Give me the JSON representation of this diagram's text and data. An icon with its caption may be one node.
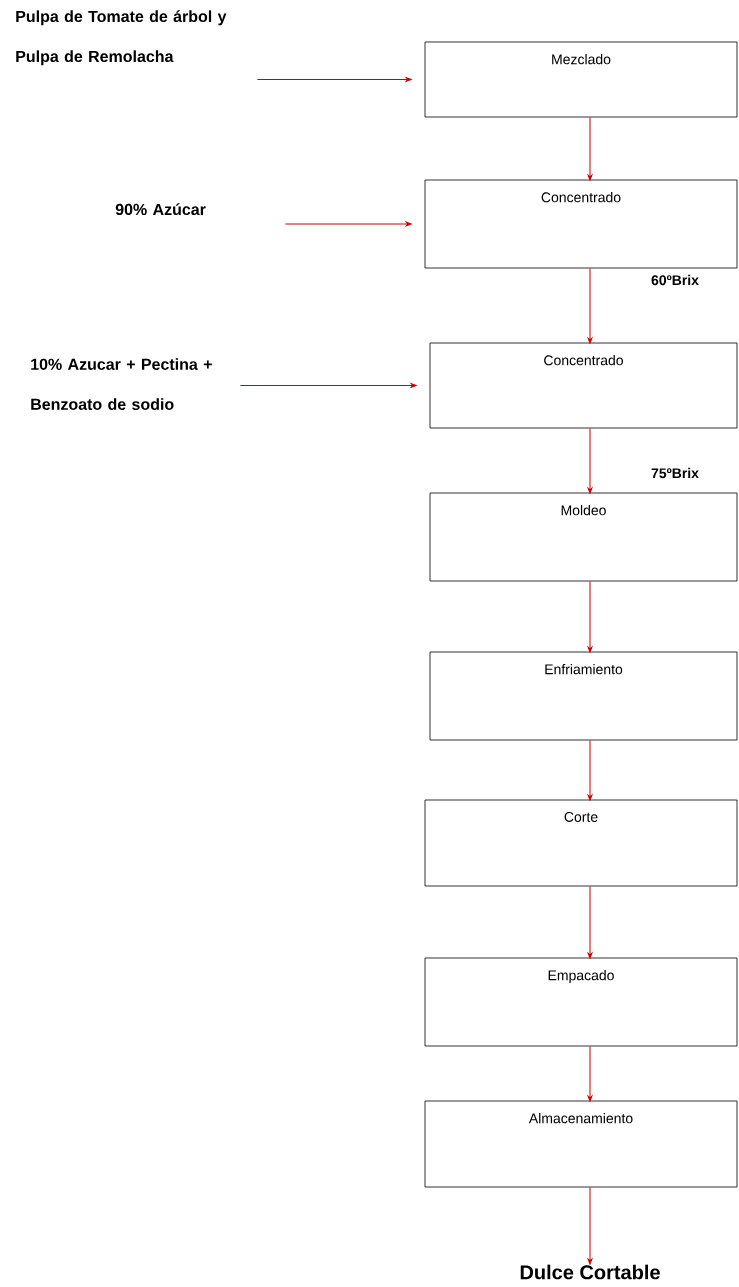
{
  "diagram": {
    "nodes": [
      {
        "text": [
          "Pulpa de Tomate de árbol y Pulpa de Remolacha"
        ]
      },
      {
        "text": [
          "Mezclado"
        ]
      },
      {
        "text": [
          "90% Azúcar"
        ]
      },
      {
        "text": [
          "Concentrado"
        ]
      },
      {
        "text": [
          "10% Azucar + Pectina + Benzoato de sodio"
        ]
      },
      {
        "text": [
          "Concentrado"
        ]
      },
      {
        "text": [
          "Moldeo"
        ]
      },
      {
        "text": [
          "Enfriamiento"
        ]
      },
      {
        "text": [
          "Corte"
        ]
      },
      {
        "text": [
          "Empacado"
        ]
      },
      {
        "text": [
          "Almacenamiento"
        ]
      },
      {
        "text": [
          "Dulce Cortable"
        ]
      }
    ],
    "edges": [
      {
        "from": 0,
        "to": 1,
        "arrow": "to"
      },
      {
        "from": 1,
        "to": 3,
        "arrow": "to"
      },
      {
        "from": 2,
        "to": 3,
        "arrow": "to"
      },
      {
        "from": 3,
        "to": 5,
        "arrow": "to",
        "label": "60ºBrix"
      },
      {
        "from": 4,
        "to": 5,
        "arrow": "to"
      },
      {
        "from": 5,
        "to": 6,
        "arrow": "to",
        "label": "75ºBrix"
      },
      {
        "from": 6,
        "to": 7,
        "arrow": "to"
      },
      {
        "from": 7,
        "to": 8,
        "arrow": "to"
      },
      {
        "from": 8,
        "to": 9,
        "arrow": "to"
      },
      {
        "from": 9,
        "to": 10,
        "arrow": "to"
      },
      {
        "from": 10,
        "to": 11,
        "arrow": "to"
      }
    ]
  }
}
